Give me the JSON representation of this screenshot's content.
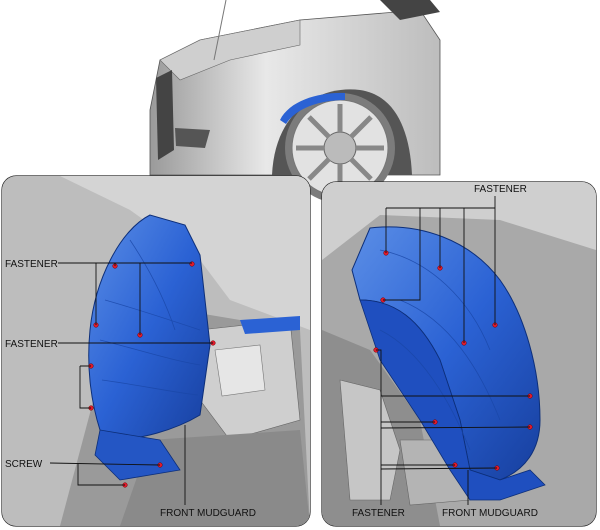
{
  "labels": {
    "left_fastener_1": "FASTENER",
    "left_fastener_2": "FASTENER",
    "left_screw": "SCREW",
    "left_front_mudguard": "FRONT MUDGUARD",
    "right_fastener_top": "FASTENER",
    "right_fastener_bottom": "FASTENER",
    "right_front_mudguard": "FRONT MUDGUARD"
  }
}
